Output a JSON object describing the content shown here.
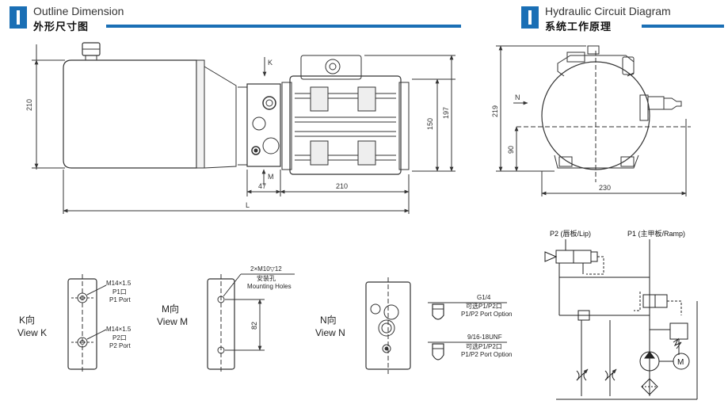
{
  "headers": {
    "outline_en": "Outline Dimension",
    "outline_zh": "外形尺寸图",
    "circuit_en": "Hydraulic Circuit Diagram",
    "circuit_zh": "系统工作原理"
  },
  "dimensions": {
    "height_210": "210",
    "w47": "47",
    "w210": "210",
    "L": "L",
    "h150": "150",
    "h197": "197",
    "K": "K",
    "M": "M",
    "N": "N",
    "h219": "219",
    "h90": "90",
    "w230": "230"
  },
  "views": {
    "k_zh": "K向",
    "k_en": "View K",
    "m_zh": "M向",
    "m_en": "View M",
    "n_zh": "N向",
    "n_en": "View N"
  },
  "view_k": {
    "p1_thread": "M14×1.5",
    "p1_zh": "P1口",
    "p1_en": "P1 Port",
    "p2_thread": "M14×1.5",
    "p2_zh": "P2口",
    "p2_en": "P2 Port"
  },
  "view_m": {
    "holes_spec": "2×M10▽12",
    "holes_zh": "安装孔",
    "holes_en": "Mounting Holes",
    "spacing": "82"
  },
  "view_n": {
    "g14": "G1/4",
    "g14_zh": "可选P1/P2口",
    "g14_en": "P1/P2 Port Option",
    "unf": "9/16-18UNF",
    "unf_zh": "可选P1/P2口",
    "unf_en": "P1/P2 Port Option"
  },
  "circuit": {
    "p2_label": "P2 (唇板/Lip)",
    "p1_label": "P1 (主甲板/Ramp)",
    "motor": "M"
  }
}
